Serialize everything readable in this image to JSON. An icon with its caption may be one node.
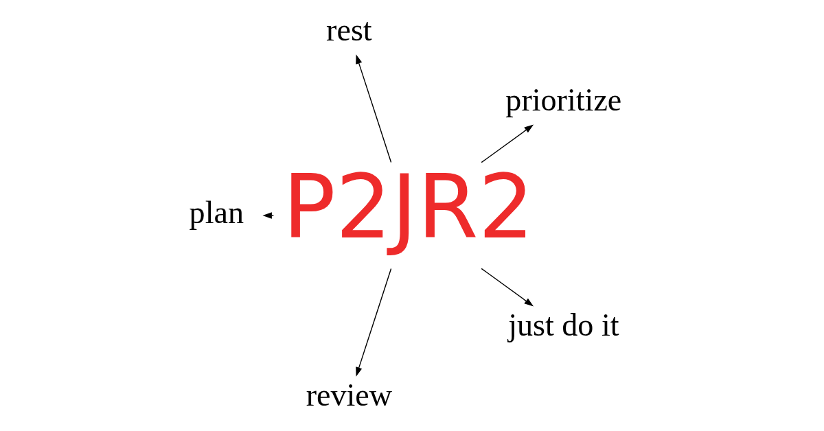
{
  "diagram": {
    "nodes": [
      {
        "text": [
          "P2JR2"
        ]
      },
      {
        "text": [
          "prioritize"
        ]
      },
      {
        "text": [
          "rest"
        ]
      },
      {
        "text": [
          "plan"
        ]
      },
      {
        "text": [
          "review"
        ]
      },
      {
        "text": [
          "just do it"
        ]
      }
    ],
    "edges": [
      {
        "from": 0,
        "to": 1,
        "arrow": "to"
      },
      {
        "from": 0,
        "to": 2,
        "arrow": "to"
      },
      {
        "from": 0,
        "to": 3,
        "arrow": "to"
      },
      {
        "from": 0,
        "to": 4,
        "arrow": "to"
      },
      {
        "from": 0,
        "to": 5,
        "arrow": "to"
      }
    ]
  }
}
